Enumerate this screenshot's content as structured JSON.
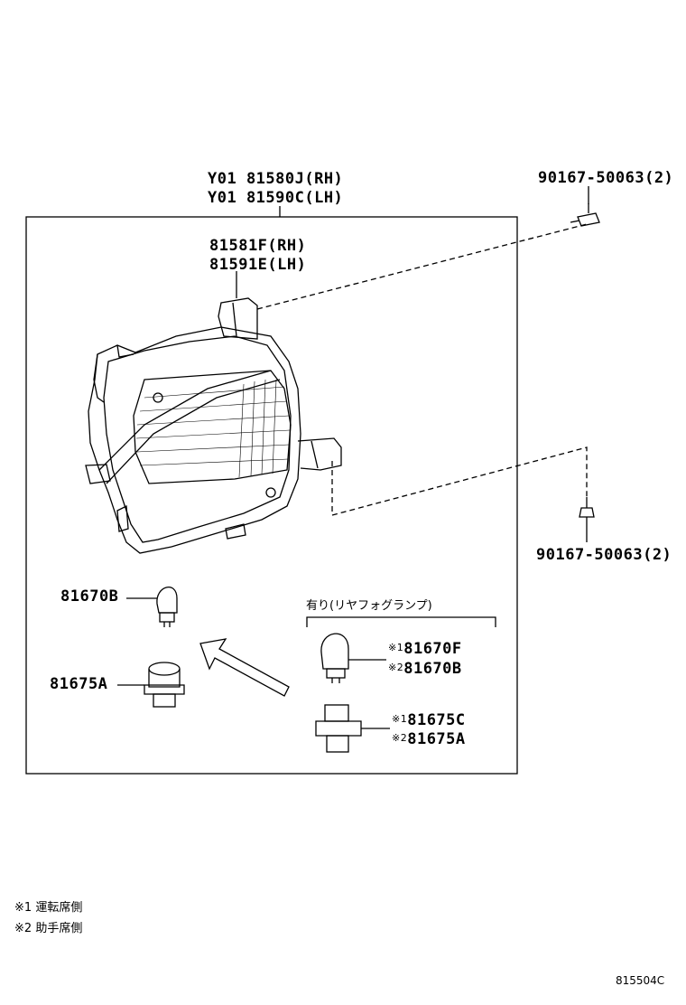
{
  "assembly": {
    "part_rh": "Y01 81580J(RH)",
    "part_lh": "Y01 81590C(LH)"
  },
  "lens": {
    "part_rh": "81581F(RH)",
    "part_lh": "81591E(LH)"
  },
  "screw_upper": {
    "part": "90167-50063(2)"
  },
  "screw_lower": {
    "part": "90167-50063(2)"
  },
  "bulb_left": {
    "part": "81670B"
  },
  "socket_left": {
    "part": "81675A"
  },
  "option_group": {
    "header": "有り(リヤフォグランプ)",
    "bulb": [
      {
        "mark": "※1",
        "part": "81670F"
      },
      {
        "mark": "※2",
        "part": "81670B"
      }
    ],
    "socket": [
      {
        "mark": "※1",
        "part": "81675C"
      },
      {
        "mark": "※2",
        "part": "81675A"
      }
    ]
  },
  "footnotes": [
    {
      "mark": "※1",
      "text": "運転席側"
    },
    {
      "mark": "※2",
      "text": "助手席側"
    }
  ],
  "diagram_code": "815504C"
}
